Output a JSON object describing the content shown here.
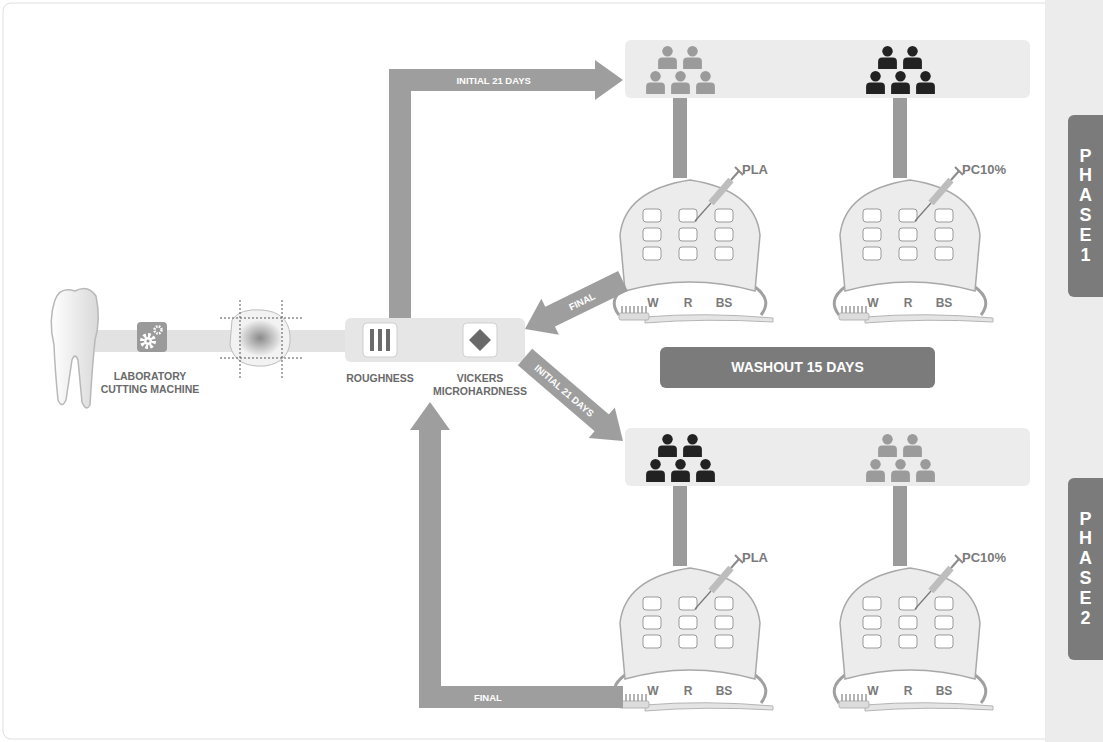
{
  "diagram": {
    "nodes": [
      {
        "text": [
          "LABORATORY CUTTING MACHINE"
        ]
      },
      {
        "text": [
          "ROUGHNESS",
          "VICKERS MICROHARDNESS"
        ]
      },
      {
        "text": [
          "PLA",
          "W",
          "R",
          "BS"
        ]
      },
      {
        "text": [
          "PC10%",
          "W",
          "R",
          "BS"
        ]
      },
      {
        "text": [
          "PHASE 1"
        ]
      },
      {
        "text": [
          "WASHOUT 15 DAYS"
        ]
      },
      {
        "text": [
          "PLA",
          "W",
          "R",
          "BS"
        ]
      },
      {
        "text": [
          "PC10%",
          "W",
          "R",
          "BS"
        ]
      },
      {
        "text": [
          "PHASE 2"
        ]
      }
    ],
    "edges": [
      {
        "from": 1,
        "to": 2,
        "label": "INITIAL 21 DAYS",
        "arrow": "to"
      },
      {
        "from": 2,
        "to": 1,
        "label": "FINAL",
        "arrow": "to"
      },
      {
        "from": 1,
        "to": 6,
        "label": "INITIAL 21 DAYS",
        "arrow": "to"
      },
      {
        "from": 6,
        "to": 1,
        "label": "FINAL",
        "arrow": "to"
      }
    ]
  }
}
